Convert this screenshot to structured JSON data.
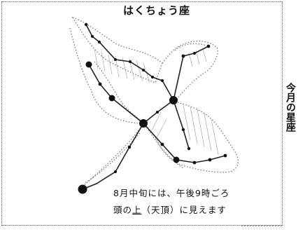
{
  "title": "はくちょう座",
  "caption": {
    "line1": "8月中旬には、午後9時ごろ",
    "line2_pre": "頭の",
    "line2_underlined": "上",
    "line2_post": "（天頂）に見えます"
  },
  "side_label": "今月の星座"
}
